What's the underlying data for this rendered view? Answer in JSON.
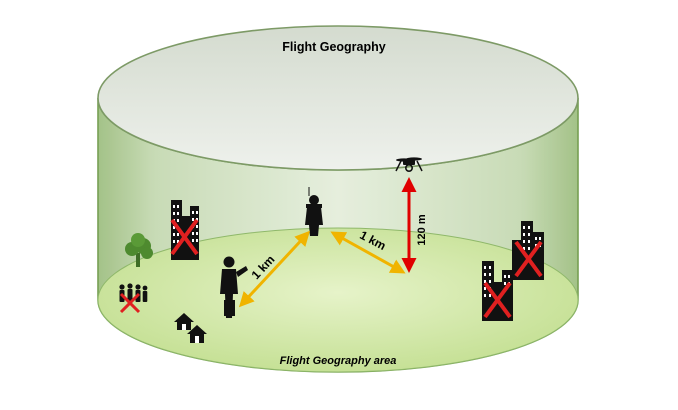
{
  "title": "Flight Geography",
  "area_label": "Flight Geography area",
  "distances": {
    "pilot_to_operator": "1 km",
    "operator_to_drone": "1 km",
    "height": "120 m"
  },
  "colors": {
    "cylinder_fill": "#c9dcb6",
    "cylinder_edge": "#6f9b4a",
    "top_ellipse": "#e4e9e0",
    "ground": "#d2e8a8",
    "distance_arrow": "#f0b400",
    "height_arrow": "#e00000",
    "prohibited_mark": "#e02020",
    "icon": "#111111",
    "tree": "#4e8a2f"
  },
  "icons": [
    "city-prohibited-icon",
    "tree-icon",
    "crowd-prohibited-icon",
    "houses-icon",
    "remote-pilot-icon",
    "observer-icon",
    "drone-icon"
  ]
}
